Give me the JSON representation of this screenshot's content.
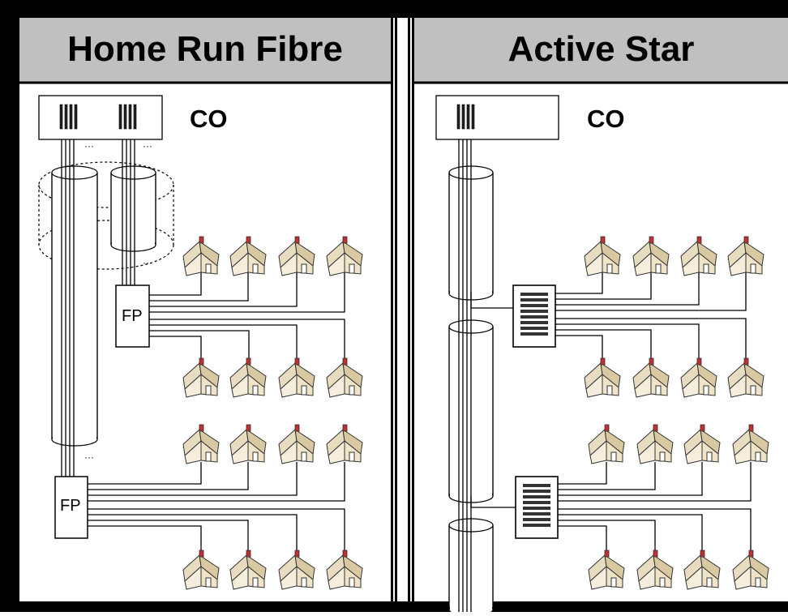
{
  "panels": {
    "left": {
      "title": "Home Run Fibre",
      "co_label": "CO",
      "node_label": "FP"
    },
    "right": {
      "title": "Active Star",
      "co_label": "CO"
    }
  },
  "icons": {
    "home": "house-icon",
    "switch": "active-node-icon"
  },
  "colors": {
    "header_bg": "#c0c0c0",
    "frame": "#000000",
    "house_roof": "#e8dcc0",
    "house_wall": "#f5eedd",
    "chimney": "#c03030"
  }
}
